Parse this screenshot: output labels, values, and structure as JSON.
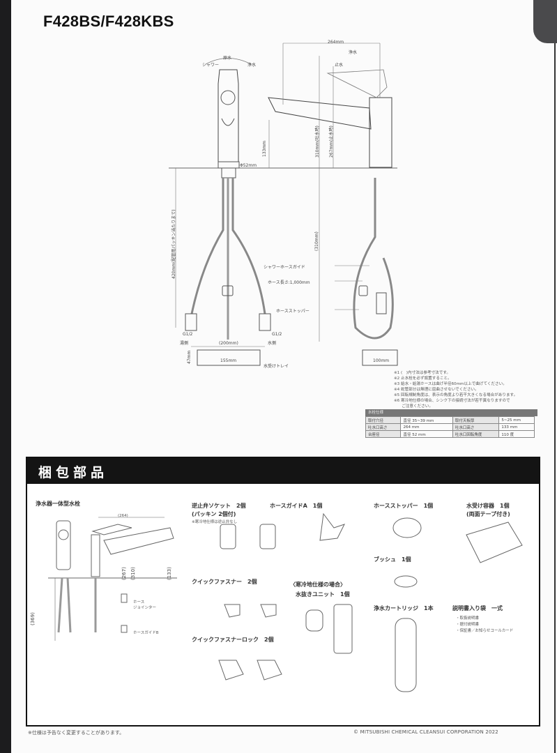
{
  "document": {
    "title": "F428BS/F428KBS",
    "colors": {
      "page": "#fbfbfb",
      "header_band": "#141414",
      "spec_header": "#777777",
      "strip": "#1c1c1e"
    }
  },
  "drawing": {
    "lever_labels": {
      "shower": "シャワー",
      "raw_water": "原水",
      "purified": "浄水"
    },
    "side_labels": {
      "purified": "浄水",
      "stop": "止水"
    },
    "dim_264": "264mm",
    "dim_133": "133mm",
    "dim_310_spout": "310mm(吐水時)",
    "dim_267": "267mm(止水時)",
    "dim_phi52": "Φ52mm",
    "dim_420": "420mm(配管用パッキン当たりまで)",
    "dim_310_paren": "(310mm)",
    "callout_shower_hose_guide": "シャワーホースガイド",
    "callout_hose_length": "ホース長さ:1,000mm",
    "callout_hose_stopper": "ホースストッパー",
    "thread_left": "G1/2",
    "thread_right": "G1/2",
    "hot_side": "湯側",
    "cold_side": "水側",
    "dim_200": "(200mm)",
    "dim_155": "155mm",
    "dim_47": "47mm",
    "tray_label": "水受けトレイ",
    "dim_100": "100mm"
  },
  "notes": [
    "※1 (　)内寸法は参考寸法です。",
    "※2 止水栓を必ず設置すること。",
    "※3 給水・給湯ホースは曲げ半径60mm以上で曲げてください。",
    "※4 蛇管部分は無理に屈曲させないでください。",
    "※5 回転規制角度は、表示の角度より若干大きくなる場合があります。",
    "※6 寒冷地仕様の場合、シンク下の接続寸法が若干異なりますので",
    "　　ご注意ください。"
  ],
  "spec_table": {
    "header": "水栓仕様",
    "rows": [
      [
        "取付穴径",
        "直径 35~39 mm",
        "取付天板厚",
        "5~25 mm"
      ],
      [
        "吐水口高さ",
        "264 mm",
        "吐水口高さ",
        "133 mm"
      ],
      [
        "台座径",
        "直径 52 mm",
        "吐水口回転角度",
        "110 度"
      ]
    ]
  },
  "parts": {
    "section_title": "梱包部品",
    "faucet": {
      "label": "浄水器一体型水栓",
      "dim_264": "(264)",
      "dim_267": "(267)",
      "dim_310": "(310)",
      "dim_133": "(133)",
      "dim_369": "(369)",
      "hose_jointer": "ホース\nジョインター",
      "hose_guide_b": "ホースガイドB"
    },
    "items": [
      {
        "name": "逆止弁ソケット　2個",
        "sub": "(パッキン 2個付)",
        "note": "※寒冷地仕様は逆止弁なし"
      },
      {
        "name": "ホースガイドA　1個"
      },
      {
        "name": "ホースストッパー　1個"
      },
      {
        "name": "水受け容器　1個",
        "sub": "(両面テープ付き)"
      },
      {
        "name": "ブッシュ　1個"
      },
      {
        "name": "クイックファスナー　2個"
      },
      {
        "name": "〈寒冷地仕様の場合〉",
        "sub": "水抜きユニット　1個"
      },
      {
        "name": "浄水カートリッジ　1本"
      },
      {
        "name": "説明書入り袋　一式",
        "list": [
          "・取扱説明書",
          "・据付説明書",
          "・保証書／お知らせコールカード"
        ]
      },
      {
        "name": "クイックファスナーロック　2個"
      }
    ]
  },
  "footer": {
    "disclaimer": "※仕様は予告なく変更することがあります。",
    "copyright": "© MITSUBISHI CHEMICAL CLEANSUI CORPORATION 2022"
  }
}
